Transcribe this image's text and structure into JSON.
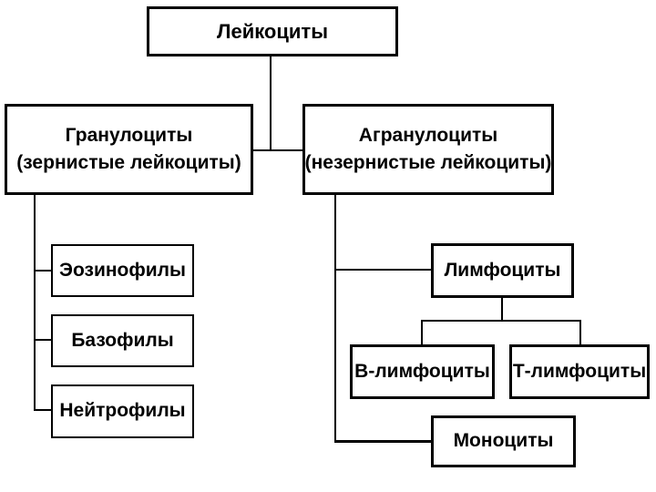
{
  "diagram": {
    "language": "ru",
    "colors": {
      "background": "#ffffff",
      "border": "#000000",
      "text": "#000000",
      "line": "#000000"
    },
    "nodes": {
      "leukocytes": {
        "label": "Лейкоциты"
      },
      "granulocytes": {
        "label": "Гранулоциты",
        "sublabel": "(зернистые лейкоциты)"
      },
      "agranulocytes": {
        "label": "Агранулоциты",
        "sublabel": "(незернистые лейкоциты)"
      },
      "eosinophils": {
        "label": "Эозинофилы"
      },
      "basophils": {
        "label": "Базофилы"
      },
      "neutrophils": {
        "label": "Нейтрофилы"
      },
      "lymphocytes": {
        "label": "Лимфоциты"
      },
      "b_lymphocytes": {
        "label": "В-лимфоциты"
      },
      "t_lymphocytes": {
        "label": "Т-лимфоциты"
      },
      "monocytes": {
        "label": "Моноциты"
      }
    },
    "edges": [
      [
        "Лейкоциты",
        "Гранулоциты"
      ],
      [
        "Лейкоциты",
        "Агранулоциты"
      ],
      [
        "Гранулоциты",
        "Эозинофилы"
      ],
      [
        "Гранулоциты",
        "Базофилы"
      ],
      [
        "Гранулоциты",
        "Нейтрофилы"
      ],
      [
        "Агранулоциты",
        "Лимфоциты"
      ],
      [
        "Агранулоциты",
        "Моноциты"
      ],
      [
        "Лимфоциты",
        "В-лимфоциты"
      ],
      [
        "Лимфоциты",
        "Т-лимфоциты"
      ]
    ]
  }
}
